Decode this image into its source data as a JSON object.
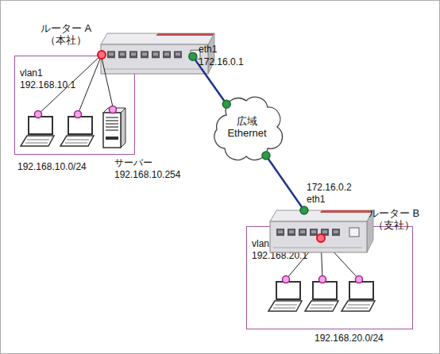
{
  "diagram": {
    "nodes": [
      {
        "text": [
          "ルーター A （本社）"
        ]
      },
      {
        "text": [
          "vlan1 192.168.10.1",
          "192.168.10.0/24"
        ]
      },
      {
        "text": [
          "サーバー 192.168.10.254"
        ],
        "in": 1
      },
      {
        "text": [
          "広域 Ethernet"
        ]
      },
      {
        "text": [
          "ルーター B （支社）"
        ]
      },
      {
        "text": [
          "vlan1 192.168.20.1",
          "192.168.20.0/24"
        ]
      }
    ],
    "edges": [
      {
        "from": 0,
        "to": 3,
        "arrow": "none"
      },
      {
        "from": 3,
        "to": 4,
        "arrow": "none"
      },
      {
        "from": 0,
        "to": 2,
        "arrow": "none"
      }
    ],
    "labels": [
      "eth1",
      "172.16.0.1",
      "172.16.0.2",
      "eth1"
    ]
  }
}
